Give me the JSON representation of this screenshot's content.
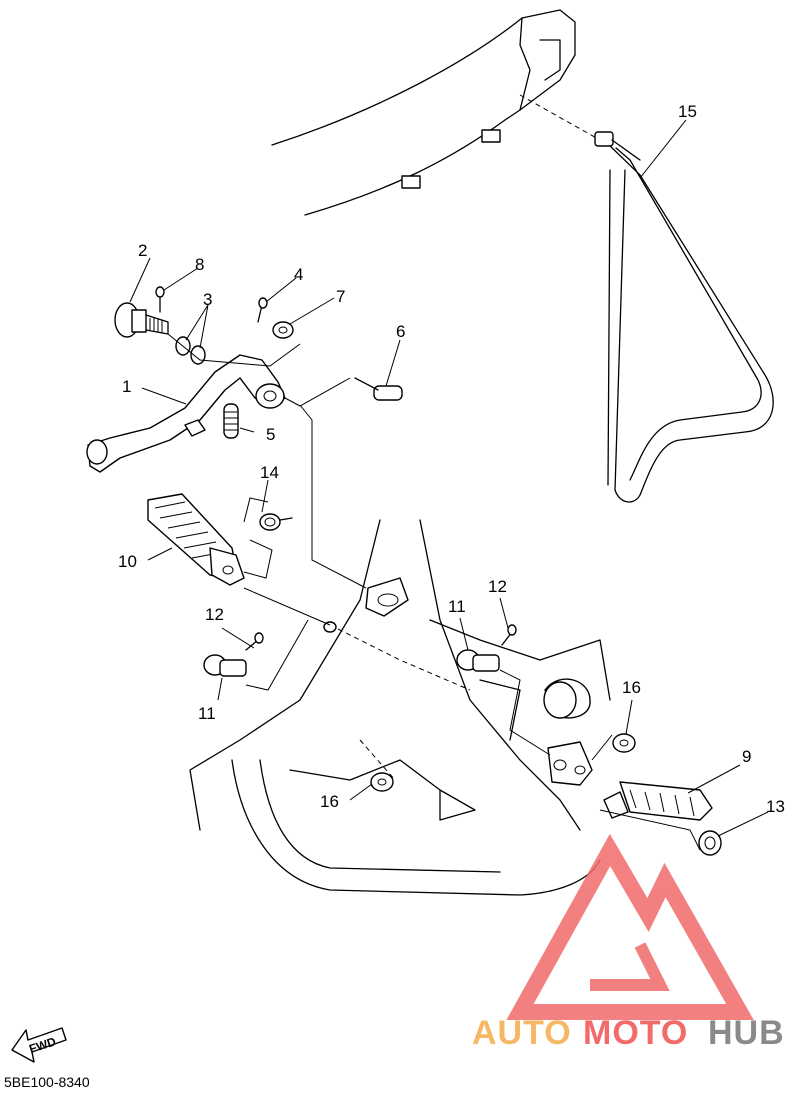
{
  "diagram": {
    "code": "5BE100-8340",
    "fwd_label": "FWD",
    "callouts": [
      {
        "id": "c1",
        "text": "1"
      },
      {
        "id": "c2",
        "text": "2"
      },
      {
        "id": "c3",
        "text": "3"
      },
      {
        "id": "c4",
        "text": "4"
      },
      {
        "id": "c5",
        "text": "5"
      },
      {
        "id": "c6",
        "text": "6"
      },
      {
        "id": "c7",
        "text": "7"
      },
      {
        "id": "c8",
        "text": "8"
      },
      {
        "id": "c9",
        "text": "9"
      },
      {
        "id": "c10",
        "text": "10"
      },
      {
        "id": "c11a",
        "text": "11"
      },
      {
        "id": "c11b",
        "text": "11"
      },
      {
        "id": "c12a",
        "text": "12"
      },
      {
        "id": "c12b",
        "text": "12"
      },
      {
        "id": "c13",
        "text": "13"
      },
      {
        "id": "c14",
        "text": "14"
      },
      {
        "id": "c15",
        "text": "15"
      },
      {
        "id": "c16a",
        "text": "16"
      },
      {
        "id": "c16b",
        "text": "16"
      }
    ]
  },
  "watermark": {
    "brand_part1": "AUTO",
    "brand_part2": "MOTO",
    "brand_part3": "HUB",
    "colors": {
      "red": "#f26b6b",
      "orange": "#f6b865",
      "gray": "#8a8a8a"
    }
  }
}
